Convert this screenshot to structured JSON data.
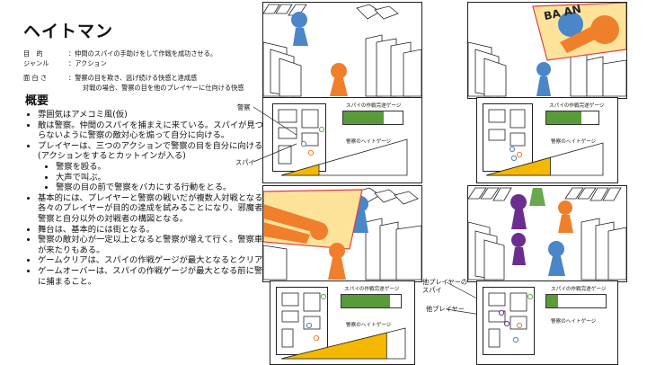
{
  "title": "ヘイトマン",
  "meta": [
    {
      "key": "目　的",
      "value": "：仲間のスパイの手助けをして作戦を成功させる。"
    },
    {
      "key": "ジャンル",
      "value": "：アクション"
    },
    {
      "key": "面 白 さ",
      "value": "：警察の目を欺き、逃げ続ける快感と達成感"
    }
  ],
  "meta_extra": "対戦の場合、警察の目を他のプレイヤーに仕向ける快感",
  "overview_heading": "概要",
  "bullets": [
    "雰囲気はアメコミ風(仮)",
    "敵は警察。仲間のスパイを捕まえに来ている。スパイが見つからないように警察の敵対心を煽って自分に向ける。",
    "プレイヤーは、三つのアクションで警察の目を自分に向ける。(アクションをするとカットインが入る)"
  ],
  "sub_bullets": [
    "警察を殴る。",
    "大声で叫ぶ。",
    "警察の目の前で警察をバカにする行動をとる。"
  ],
  "bullets2": [
    "基本的には、プレイヤーと警察の戦いだが複数人対戦となると各々のプレイヤーが目的の達成を試みることになり、邪魔者は警察と自分以外の対戦者の構図となる。",
    "舞台は、基本的には街となる。",
    "警察の敵対心が一定以上となると警察が増えて行く。警察車両が来たりもある。",
    "ゲームクリアは、スパイの作戦ゲージが最大となるとクリア",
    "ゲームオーバーは、スパイの作戦ゲージが最大となる前に警察に捕まること。"
  ],
  "hud": {
    "mission_gauge_label": "スパイの作戦完遂ゲージ",
    "hate_gauge_label": "警察のヘイトゲージ",
    "mission_levels": [
      0.68,
      0.68,
      0.82,
      0.2
    ],
    "hate_levels": [
      0.3,
      0.55,
      0.85,
      0.0
    ]
  },
  "callouts": {
    "police": "警察",
    "spy": "スパイ",
    "other_player_spy": "他プレイヤーのスパイ",
    "other_player": "他プレイヤー"
  },
  "cutin_text": "BA  AN",
  "colors": {
    "player": "#f07f2c",
    "spy": "#4a86c8",
    "police_purple": "#6b2d8f",
    "ally_green": "#6aa84f",
    "gauge_green": "#5a9a3a",
    "hate_yellow": "#f5b800",
    "cutin_bg": "#fde39a",
    "cutin_border": "#e04040"
  }
}
